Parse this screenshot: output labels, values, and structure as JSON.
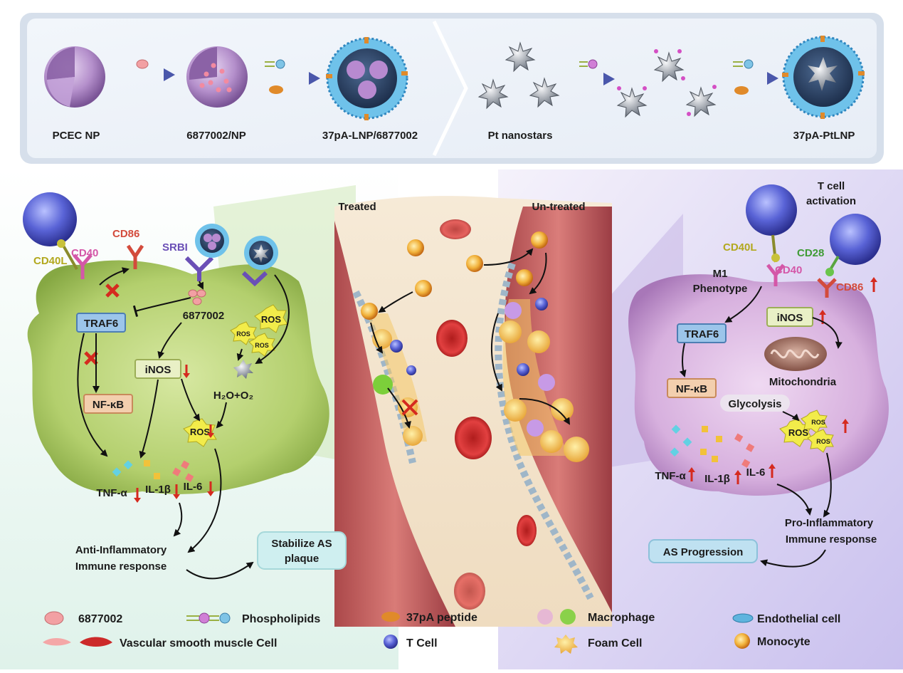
{
  "top_panel": {
    "labels": [
      "PCEC NP",
      "6877002/NP",
      "37pA-LNP/6877002",
      "Pt nanostars",
      "37pA-PtLNP"
    ]
  },
  "left_cell": {
    "cd40l": "CD40L",
    "cd40": "CD40",
    "cd86": "CD86",
    "srbi": "SRBI",
    "drug": "6877002",
    "traf6": "TRAF6",
    "nfkb": "NF-κB",
    "inos": "iNOS",
    "ros_small_1": "ROS",
    "ros_small_2": "ROS",
    "ros_big": "ROS",
    "ros_main": "ROS",
    "h2o_o2": "H₂O+O₂",
    "tnf": "TNF-α",
    "il1": "IL-1β",
    "il6": "IL-6",
    "response_line1": "Anti-Inflammatory",
    "response_line2": "Immune response",
    "stabilize_line1": "Stabilize AS",
    "stabilize_line2": "plaque"
  },
  "center": {
    "treated": "Treated",
    "untreated": "Un-treated"
  },
  "right_cell": {
    "tcell_line1": "T cell",
    "tcell_line2": "activation",
    "cd40l": "CD40L",
    "cd40": "CD40",
    "cd28": "CD28",
    "cd86": "CD86",
    "m1_line1": "M1",
    "m1_line2": "Phenotype",
    "traf6": "TRAF6",
    "inos": "iNOS",
    "mito": "Mitochondria",
    "nfkb": "NF-κB",
    "glycolysis": "Glycolysis",
    "ros1": "ROS",
    "ros2": "ROS",
    "ros3": "ROS",
    "tnf": "TNF-α",
    "il1": "IL-1β",
    "il6": "IL-6",
    "response_line1": "Pro-Inflammatory",
    "response_line2": "Immune response",
    "progression": "AS Progression"
  },
  "legend": {
    "drug": "6877002",
    "phospholipids": "Phospholipids",
    "peptide": "37pA peptide",
    "macrophage": "Macrophage",
    "endothelial": "Endothelial cell",
    "vsmc": "Vascular smooth muscle Cell",
    "tcell": "T Cell",
    "foam": "Foam Cell",
    "monocyte": "Monocyte"
  }
}
